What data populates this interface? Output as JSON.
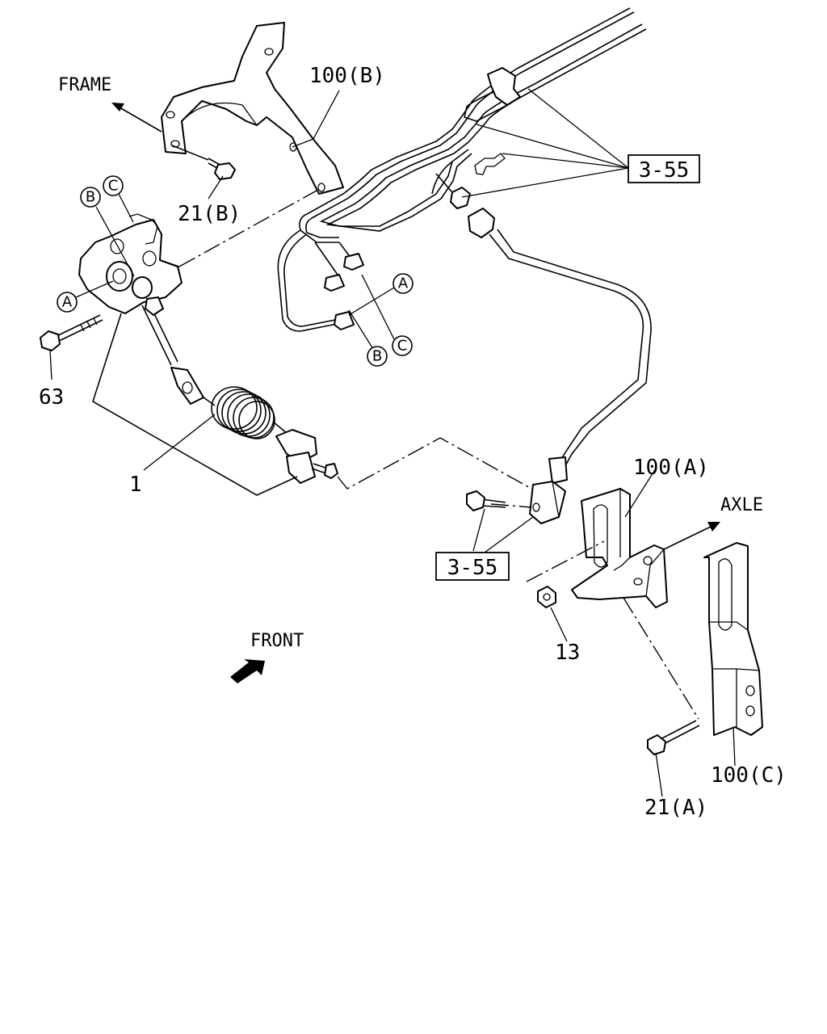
{
  "directions": {
    "frame": "FRAME",
    "axle": "AXLE",
    "front": "FRONT"
  },
  "part_labels": {
    "p100b": "100(B)",
    "p100a": "100(A)",
    "p100c": "100(C)",
    "p21b": "21(B)",
    "p21a": "21(A)",
    "p63": "63",
    "p1": "1",
    "p13": "13"
  },
  "references": {
    "ref_top": "3-55",
    "ref_mid": "3-55"
  },
  "connectors": {
    "a": "A",
    "b": "B",
    "c": "C"
  }
}
